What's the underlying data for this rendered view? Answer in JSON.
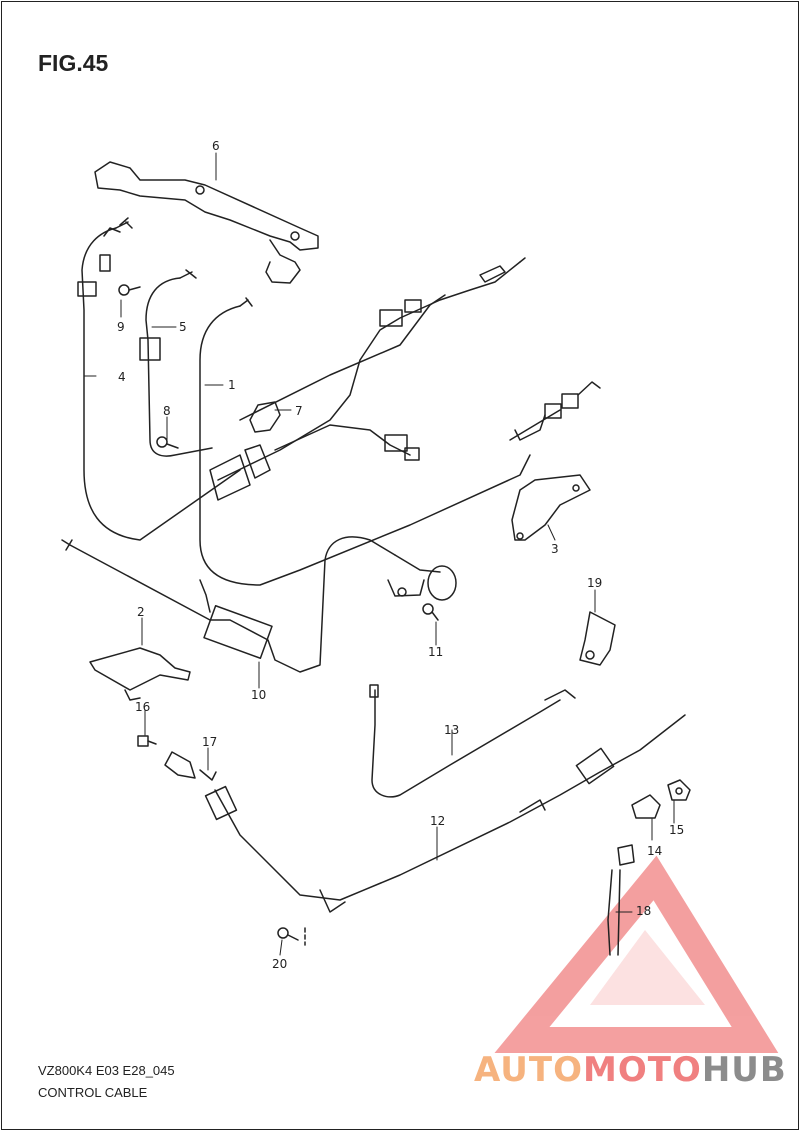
{
  "figure": {
    "title": "FIG.45",
    "model_code": "VZ800K4 E03 E28_045",
    "caption": "CONTROL CABLE"
  },
  "parts": [
    {
      "id": "1",
      "label": "1"
    },
    {
      "id": "2",
      "label": "2"
    },
    {
      "id": "3",
      "label": "3"
    },
    {
      "id": "4",
      "label": "4"
    },
    {
      "id": "5",
      "label": "5"
    },
    {
      "id": "6",
      "label": "6"
    },
    {
      "id": "7",
      "label": "7"
    },
    {
      "id": "8",
      "label": "8"
    },
    {
      "id": "9",
      "label": "9"
    },
    {
      "id": "10",
      "label": "10"
    },
    {
      "id": "11",
      "label": "11"
    },
    {
      "id": "12",
      "label": "12"
    },
    {
      "id": "13",
      "label": "13"
    },
    {
      "id": "14",
      "label": "14"
    },
    {
      "id": "15",
      "label": "15"
    },
    {
      "id": "16",
      "label": "16"
    },
    {
      "id": "17",
      "label": "17"
    },
    {
      "id": "18",
      "label": "18"
    },
    {
      "id": "19",
      "label": "19"
    },
    {
      "id": "20",
      "label": "20"
    }
  ],
  "watermark": {
    "word_1": "AUTO",
    "word_2": "MOTO",
    "word_3": "HUB",
    "colors": {
      "auto": "#f6b37f",
      "moto": "#f08080",
      "hub": "#8c8c8c",
      "triangle": "#f08080"
    }
  }
}
